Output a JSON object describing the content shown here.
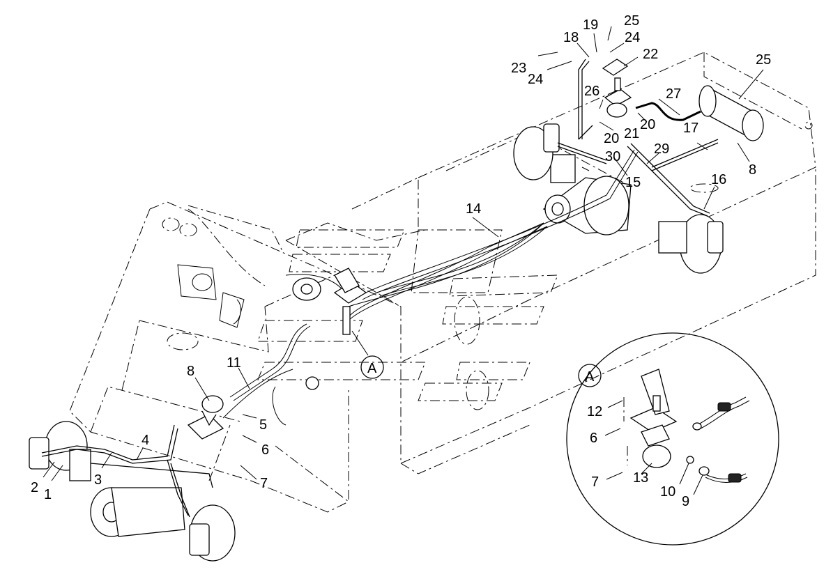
{
  "labels": {
    "n1": "1",
    "n2": "2",
    "n3": "3",
    "n4": "4",
    "n5": "5",
    "n6": "6",
    "n7": "7",
    "n8_left": "8",
    "n8_right": "8",
    "n11": "11",
    "n14": "14",
    "n15": "15",
    "n16": "16",
    "n17": "17",
    "n18": "18",
    "n19": "19",
    "n20_a": "20",
    "n20_b": "20",
    "n21": "21",
    "n22": "22",
    "n23": "23",
    "n24_a": "24",
    "n24_b": "24",
    "n25_a": "25",
    "n25_b": "25",
    "n26": "26",
    "n27": "27",
    "n29": "29",
    "n30": "30",
    "callout_a": "A"
  },
  "detail": {
    "title": "A",
    "labels": {
      "n12": "12",
      "n6": "6",
      "n7": "7",
      "n13": "13",
      "n10": "10",
      "n9": "9"
    }
  },
  "icons": [
    "brake-caliper-icon",
    "air-tank-icon",
    "brake-valve-icon",
    "pedal-icon"
  ]
}
